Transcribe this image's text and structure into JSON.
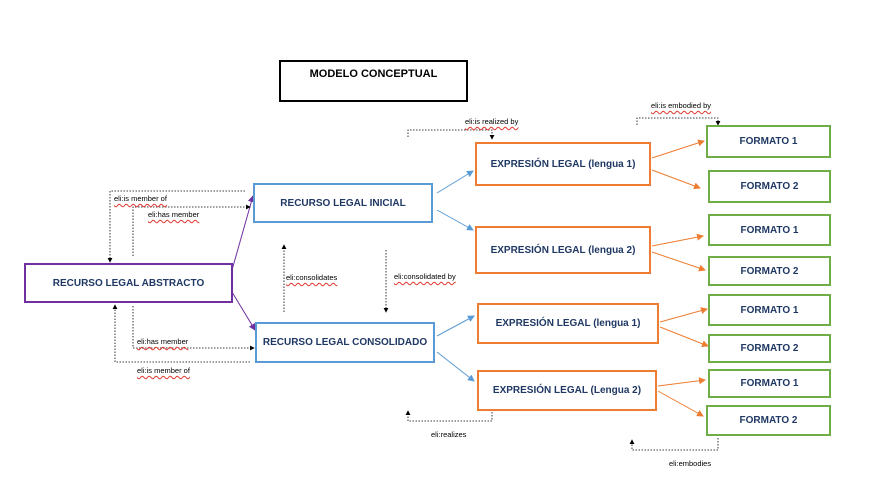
{
  "title": "MODELO CONCEPTUAL",
  "abstract": "RECURSO LEGAL ABSTRACTO",
  "initial": "RECURSO LEGAL INICIAL",
  "consolidated": "RECURSO LEGAL CONSOLIDADO",
  "expressions": [
    "EXPRESIÓN LEGAL (lengua 1)",
    "EXPRESIÓN LEGAL (lengua 2)",
    "EXPRESIÓN LEGAL (lengua 1)",
    "EXPRESIÓN LEGAL (Lengua 2)"
  ],
  "formats": [
    "FORMATO 1",
    "FORMATO 2",
    "FORMATO 1",
    "FORMATO 2",
    "FORMATO 1",
    "FORMATO 2",
    "FORMATO 1",
    "FORMATO 2"
  ],
  "relations": {
    "is_member_of_top": "eli:is member of",
    "has_member_top": "eli:has member",
    "has_member_bottom": "eli:has member",
    "is_member_of_bottom": "eli:is member of",
    "consolidates": "eli:consolidates",
    "consolidated_by": "eli:consolidated by",
    "is_realized_by": "eli:is realized by",
    "is_embodied_by": "eli:is embodied by",
    "realizes": "eli:realizes",
    "embodies": "eli:embodies"
  },
  "colors": {
    "abstract": "#7030a0",
    "resource": "#5b9bd5",
    "expression": "#ed7d31",
    "format": "#70ad47",
    "text": "#1f3864"
  }
}
